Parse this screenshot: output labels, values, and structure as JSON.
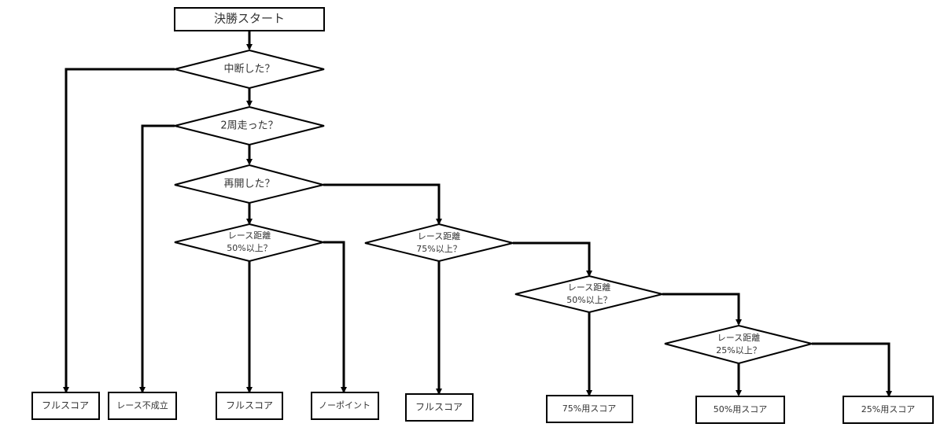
{
  "flowchart": {
    "start": "決勝スタート",
    "q_interrupted": "中断した？",
    "q_two_laps": "2周走った？",
    "q_resumed": "再開した？",
    "q_dist50_a": [
      "レース距離",
      "50%以上？"
    ],
    "q_dist75": [
      "レース距離",
      "75%以上？"
    ],
    "q_dist50_b": [
      "レース距離",
      "50%以上？"
    ],
    "q_dist25": [
      "レース距離",
      "25%以上？"
    ],
    "r_full_1": "フルスコア",
    "r_no_race": "レース不成立",
    "r_full_2": "フルスコア",
    "r_no_point": "ノーポイント",
    "r_full_3": "フルスコア",
    "r_score75": "75%用スコア",
    "r_score50": "50%用スコア",
    "r_score25": "25%用スコア"
  }
}
